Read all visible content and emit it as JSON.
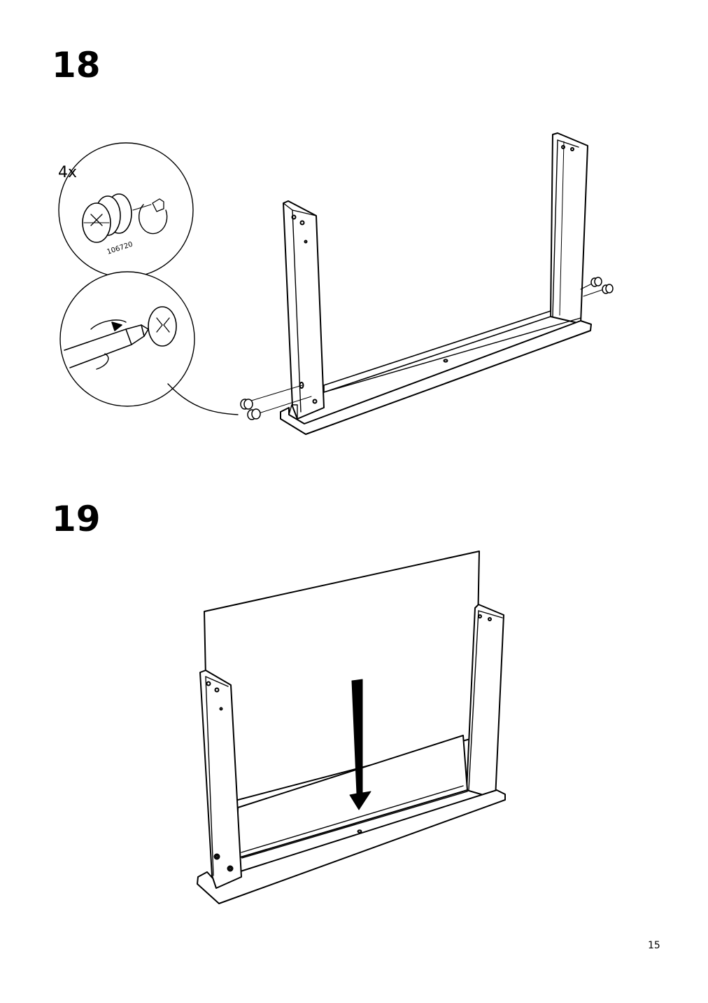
{
  "page": {
    "number": "15"
  },
  "steps": [
    {
      "number": "18",
      "quantity": "4x",
      "part_number": "106720"
    },
    {
      "number": "19"
    }
  ],
  "colors": {
    "line": "#000000",
    "background": "#ffffff"
  }
}
